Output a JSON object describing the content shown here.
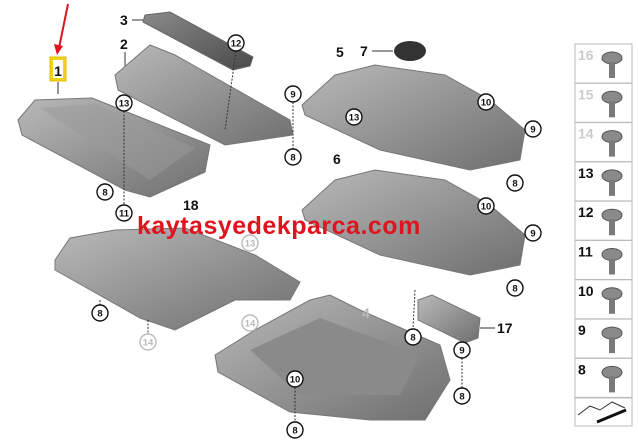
{
  "highlighted_part": "1",
  "callouts": {
    "p1": "1",
    "p2": "2",
    "p3": "3",
    "p4": "4",
    "p5": "5",
    "p6": "6",
    "p7": "7",
    "p17": "17",
    "p18": "18",
    "c8": "8",
    "c9": "9",
    "c10": "10",
    "c11": "11",
    "c12": "12",
    "c13": "13",
    "c14": "14"
  },
  "watermark": "kaytasyedekparca.com",
  "legend": [
    {
      "num": "16",
      "muted": true
    },
    {
      "num": "15",
      "muted": true
    },
    {
      "num": "14",
      "muted": true
    },
    {
      "num": "13",
      "muted": false
    },
    {
      "num": "12",
      "muted": false
    },
    {
      "num": "11",
      "muted": false
    },
    {
      "num": "10",
      "muted": false
    },
    {
      "num": "9",
      "muted": false
    },
    {
      "num": "8",
      "muted": false
    }
  ],
  "colors": {
    "highlight": "#f2d21b",
    "arrow": "#e0141e",
    "watermark": "#e0141e",
    "part": "#8a8a8a"
  }
}
